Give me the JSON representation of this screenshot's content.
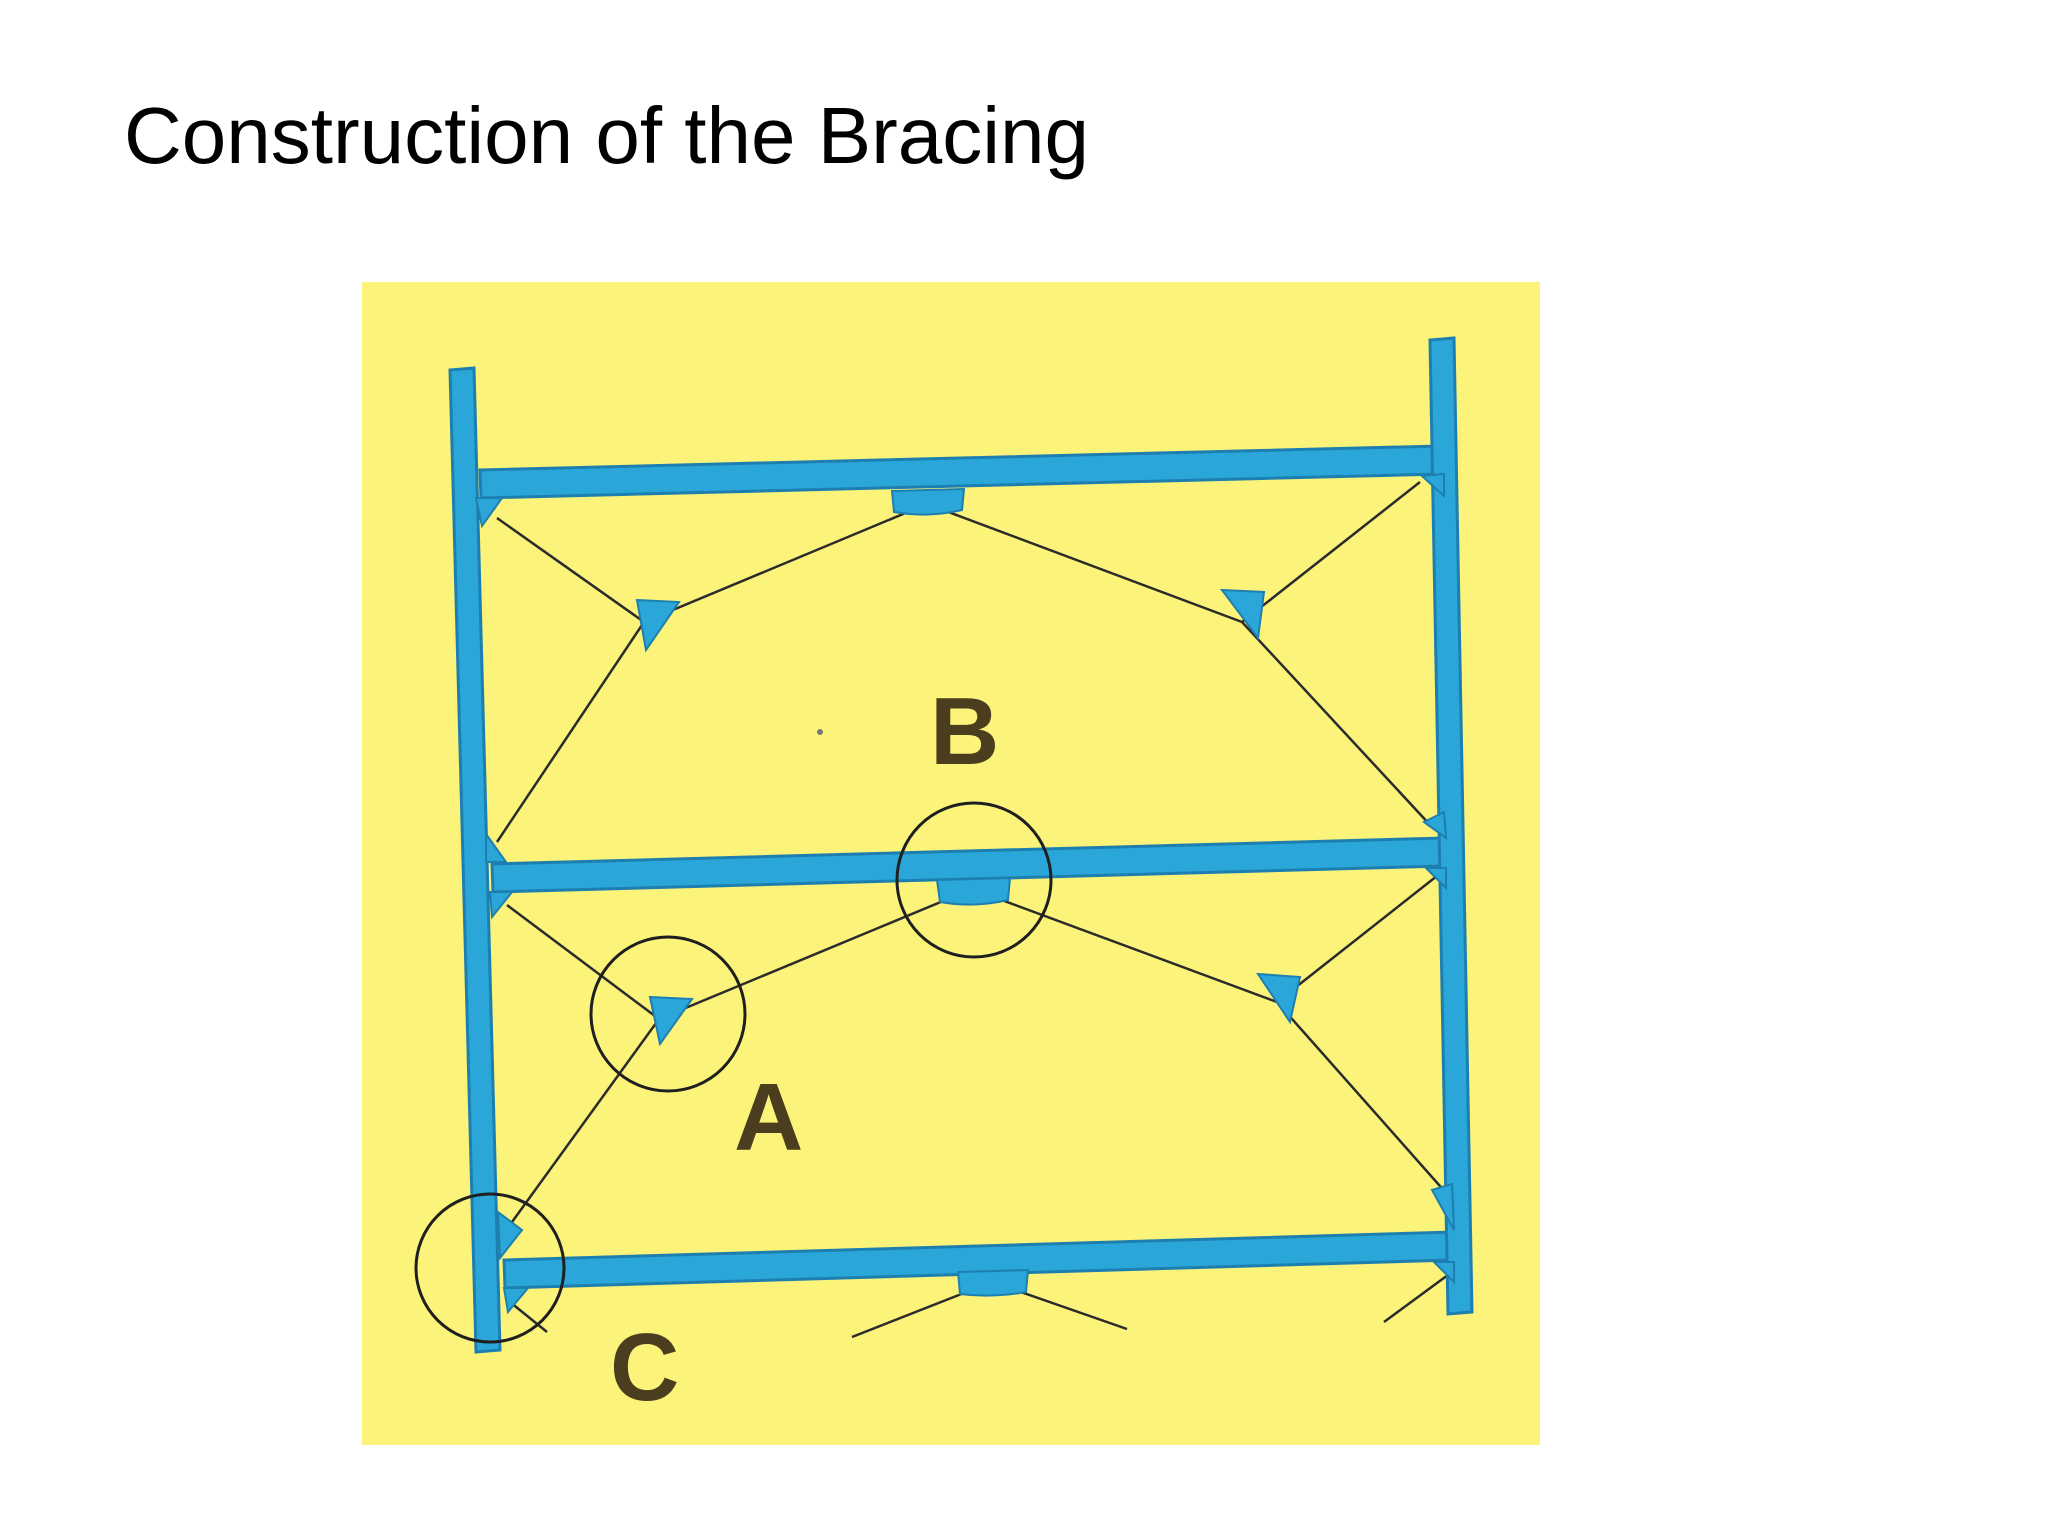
{
  "title": "Construction of the Bracing",
  "labels": {
    "a": "A",
    "b": "B",
    "c": "C"
  },
  "colors": {
    "background": "#fbf37a",
    "member": "#2aa6d8",
    "member_edge": "#1d7fb0",
    "line": "#2b2b2b",
    "label": "#4a3e1e"
  }
}
